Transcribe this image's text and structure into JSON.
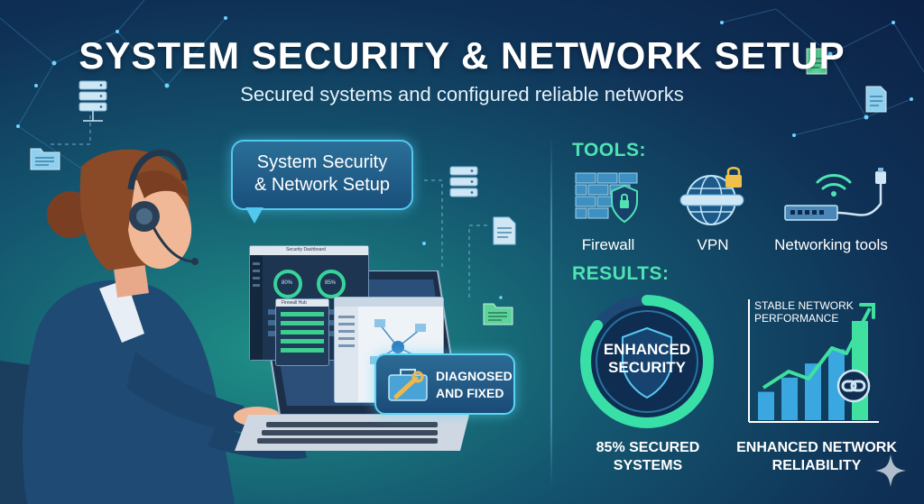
{
  "header": {
    "title": "SYSTEM SECURITY & NETWORK SETUP",
    "subtitle": "Secured systems and configured reliable networks"
  },
  "speech_bubble": {
    "line1": "System Security",
    "line2": "& Network Setup"
  },
  "screen": {
    "dashboard_title": "Security Dashboard",
    "gauge_left": "80%",
    "gauge_right": "85%",
    "panel_title": "Firewall Hub"
  },
  "status_badge": {
    "line1": "DIAGNOSED",
    "line2": "AND FIXED",
    "icon": "toolbox-icon"
  },
  "tools": {
    "label": "TOOLS:",
    "items": [
      {
        "label": "Firewall",
        "icon": "firewall-icon"
      },
      {
        "label": "VPN",
        "icon": "vpn-globe-icon"
      },
      {
        "label": "Networking tools",
        "icon": "router-icon"
      }
    ]
  },
  "results": {
    "label": "RESULTS:",
    "security": {
      "ring_line1": "ENHANCED",
      "ring_line2": "SECURITY",
      "caption_line1": "85% SECURED",
      "caption_line2": "SYSTEMS",
      "progress": 0.85
    },
    "network": {
      "chart_line1": "STABLE NETWORK",
      "chart_line2": "PERFORMANCE",
      "caption_line1": "ENHANCED NETWORK",
      "caption_line2": "RELIABILITY",
      "bars": [
        2,
        3,
        4,
        5,
        7
      ]
    }
  },
  "colors": {
    "accent_green": "#4fe3b2",
    "accent_cyan": "#52c8f0",
    "background_dark": "#0c2146"
  }
}
